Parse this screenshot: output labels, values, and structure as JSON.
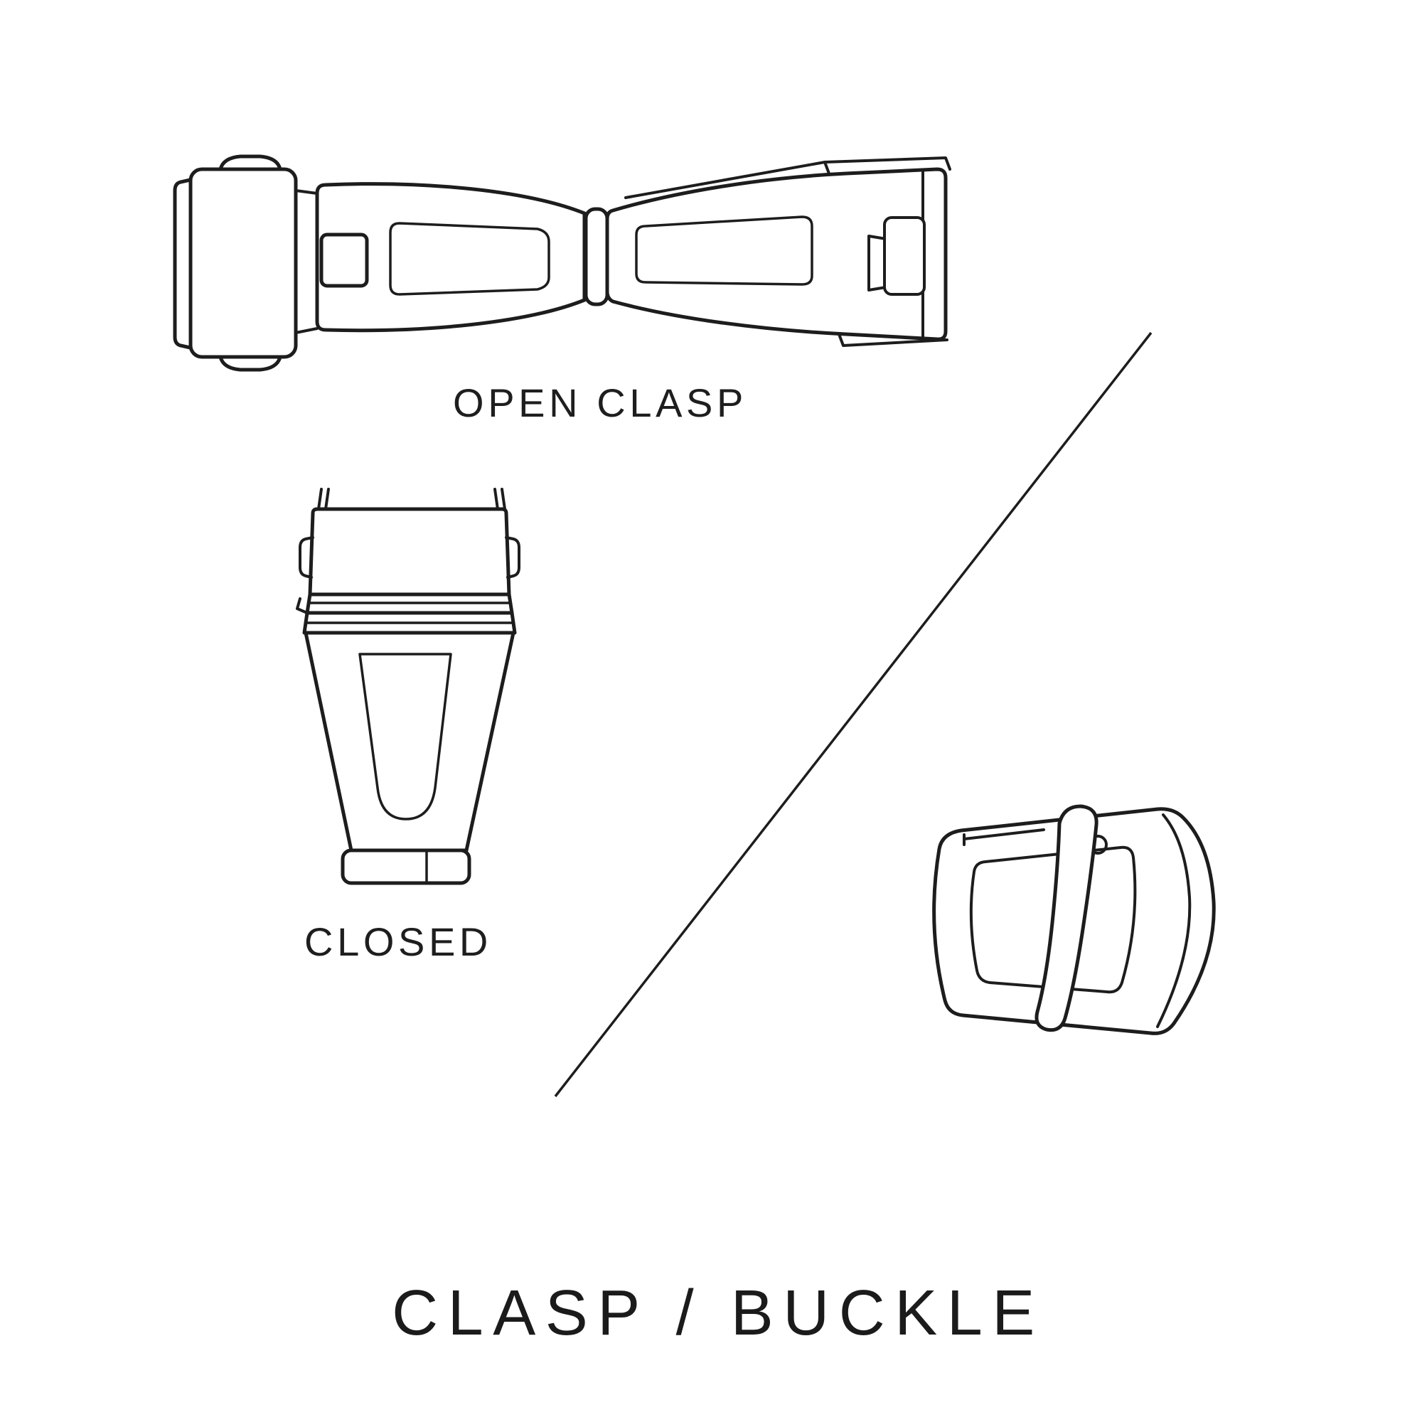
{
  "page": {
    "background_color": "#ffffff",
    "line_color": "#1d1d1d",
    "title": "CLASP / BUCKLE"
  },
  "labels": {
    "open_clasp": "OPEN CLASP",
    "closed": "CLOSED"
  },
  "illustrations": {
    "open_clasp_icon": "open-deployant-clasp-line-drawing",
    "closed_clasp_icon": "closed-clasp-line-drawing",
    "buckle_icon": "tang-buckle-line-drawing",
    "divider_icon": "diagonal-divider-line"
  }
}
